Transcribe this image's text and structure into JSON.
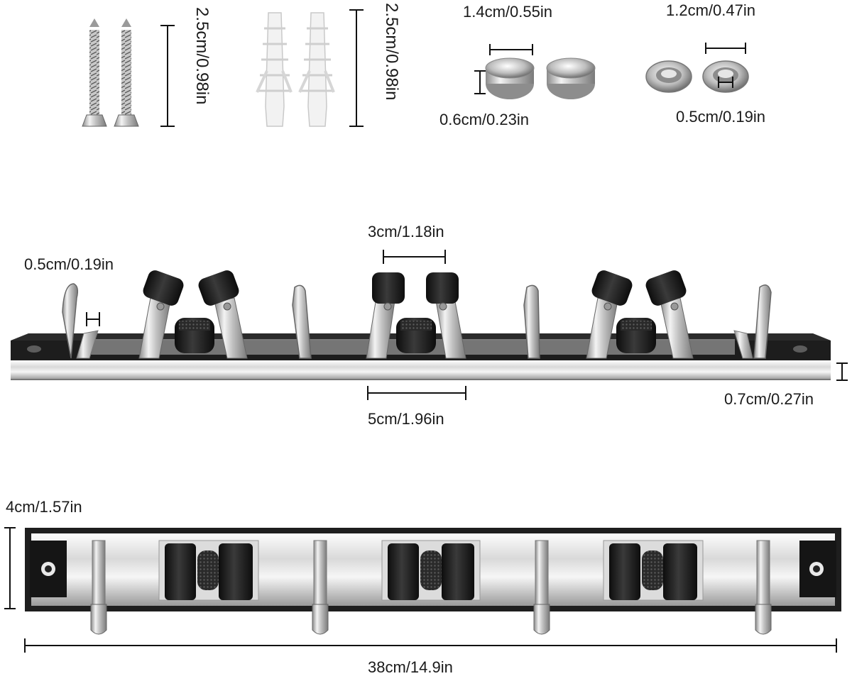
{
  "hardware": {
    "screw_length": "2.5cm/0.98in",
    "anchor_length": "2.5cm/0.98in",
    "cap_diameter": "1.4cm/0.55in",
    "cap_height": "0.6cm/0.23in",
    "base_diameter": "1.2cm/0.47in",
    "base_hole": "0.5cm/0.19in"
  },
  "front_view": {
    "hook_width": "0.5cm/0.19in",
    "clip_gap": "3cm/1.18in",
    "clip_spacing": "5cm/1.96in",
    "rail_thickness": "0.7cm/0.27in"
  },
  "top_view": {
    "rail_height": "4cm/1.57in",
    "rail_length": "38cm/14.9in"
  },
  "colors": {
    "steel_light": "#f2f2f2",
    "steel_mid": "#b9b9b9",
    "steel_dark": "#6e6e6e",
    "rubber": "#1c1c1c",
    "plastic": "#f4f4f4"
  }
}
